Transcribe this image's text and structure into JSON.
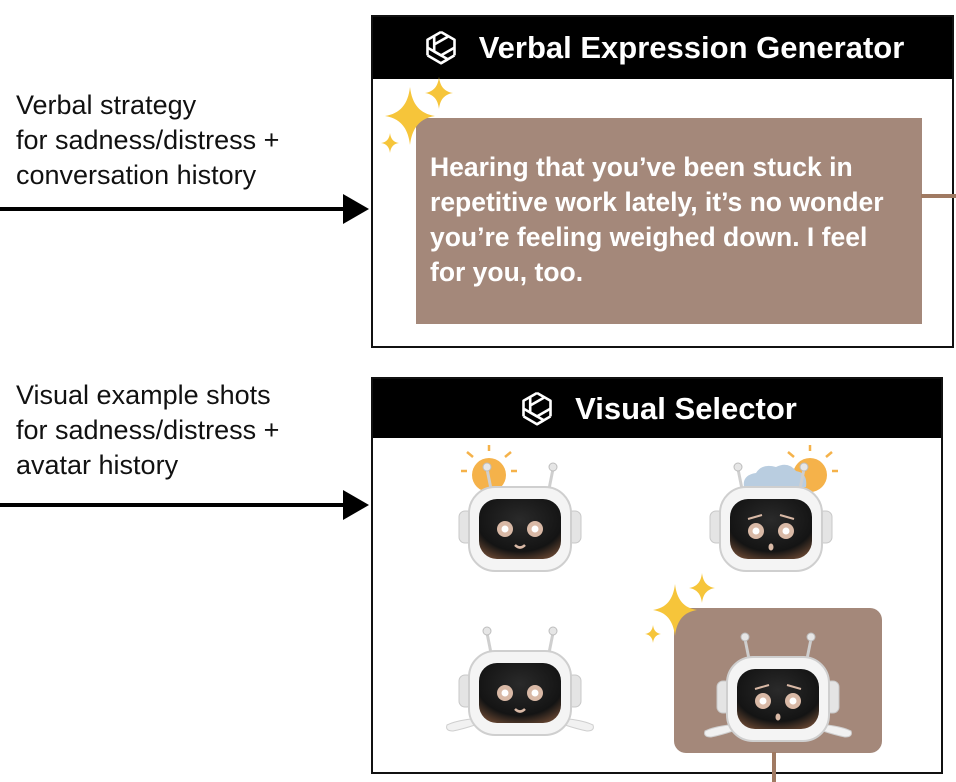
{
  "inputs": {
    "verbal": "Verbal strategy\nfor sadness/distress +\nconversation history",
    "visual": "Visual example shots\nfor sadness/distress +\navatar history"
  },
  "verbal_generator": {
    "title": "Verbal Expression Generator",
    "logo_icon": "openai-logo-icon",
    "message": "Hearing that you’ve been stuck in repetitive work lately, it’s no wonder you’re feeling weighed down. I feel for you, too."
  },
  "visual_selector": {
    "title": "Visual Selector",
    "logo_icon": "openai-logo-icon",
    "avatars": [
      {
        "decoration": "sun",
        "expression": "smiling",
        "selected": false
      },
      {
        "decoration": "sun-cloud",
        "expression": "worried",
        "selected": false
      },
      {
        "decoration": "none",
        "expression": "smiling-arms-out",
        "selected": false
      },
      {
        "decoration": "none",
        "expression": "worried-arms-out",
        "selected": true
      }
    ]
  },
  "colors": {
    "header": "#000000",
    "highlight": "#a4887a",
    "connector": "#a07a62",
    "sparkle": "#f6c53a",
    "sun": "#f5b24a"
  }
}
